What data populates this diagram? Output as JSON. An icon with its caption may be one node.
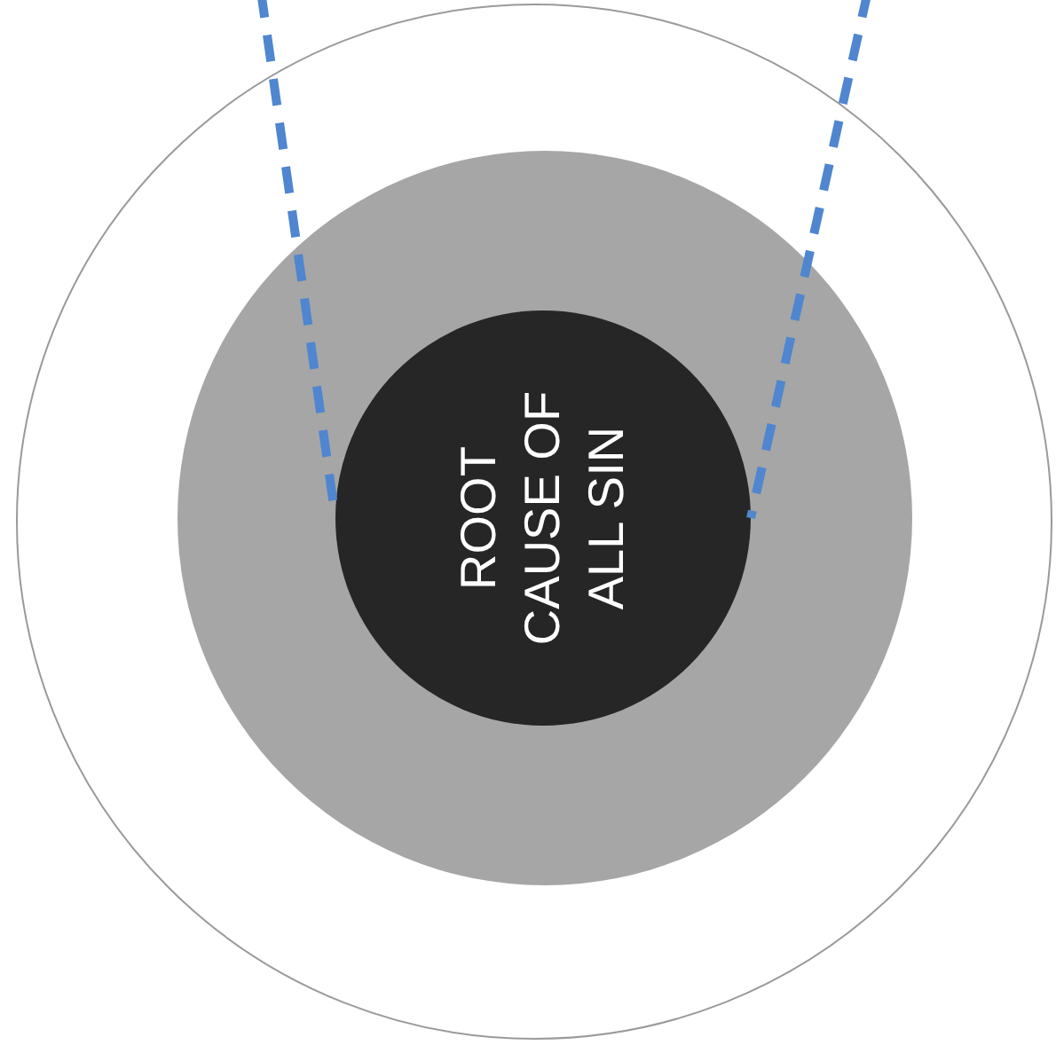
{
  "diagram": {
    "nodes": [
      {
        "text": [],
        "shape": "circle"
      },
      {
        "text": [],
        "shape": "circle",
        "in": 0
      },
      {
        "text": [
          "ROOT CAUSE OF ALL SIN"
        ],
        "in": 1
      }
    ],
    "edges": [
      {
        "from": null,
        "to": 2,
        "arrow": "none",
        "style": "dashed"
      },
      {
        "from": null,
        "to": 2,
        "arrow": "none",
        "style": "dashed"
      }
    ]
  }
}
